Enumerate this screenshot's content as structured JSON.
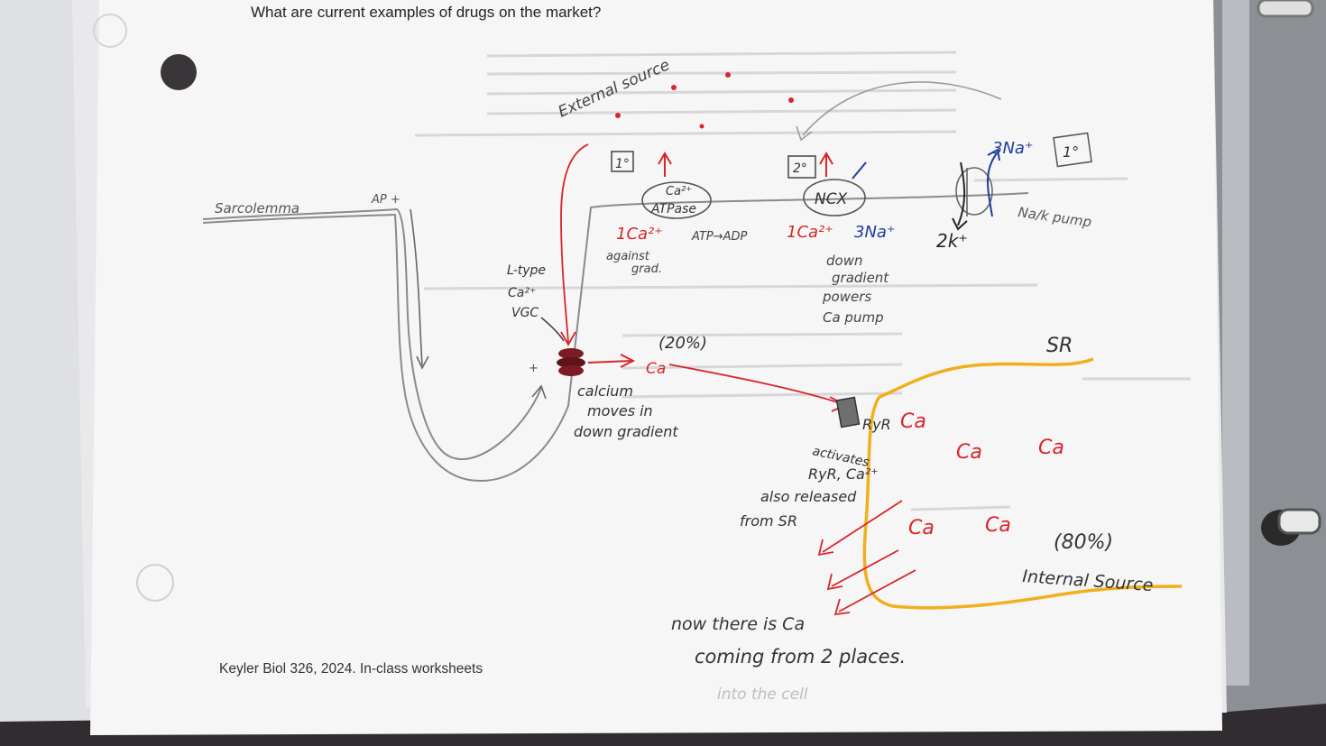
{
  "printed": {
    "header": "What are current examples of drugs on the market?",
    "footer": "Keyler Biol 326, 2024. In-class worksheets"
  },
  "labels": {
    "sarcolemma": "Sarcolemma",
    "ap": "AP +",
    "plus_mark": "+",
    "external_source": "External source",
    "primary_1": "1°",
    "secondary": "2°",
    "primary_2": "1°",
    "atpase_line1": "Ca²⁺",
    "atpase_line2": "ATPase",
    "atpase_ca": "1Ca²⁺",
    "against_line1": "against",
    "against_line2": "grad.",
    "atp_adp": "ATP→ADP",
    "ncx": "NCX",
    "ncx_ca": "1Ca²⁺",
    "ncx_na": "3Na⁺",
    "pump_na": "3Na⁺",
    "pump_k": "2k⁺",
    "nak_pump": "Na/k pump",
    "down_line1": "down",
    "down_line2": "gradient",
    "down_line3": "powers",
    "down_line4": "Ca pump",
    "ltype_line1": "L-type",
    "ltype_line2": "Ca²⁺",
    "ltype_line3": "VGC",
    "pct20": "(20%)",
    "ca_small": "Ca",
    "moves_line1": "calcium",
    "moves_line2": "moves in",
    "moves_line3": "down gradient",
    "sr": "SR",
    "ryr": "RyR",
    "ca_1": "Ca",
    "ca_2": "Ca",
    "ca_3": "Ca",
    "ca_4": "Ca",
    "ca_5": "Ca",
    "activates_line1": "activates",
    "activates_line2": "RyR, Ca²⁺",
    "activates_line3": "also released",
    "activates_line4": "from SR",
    "pct80": "(80%)",
    "internal_source": "Internal Source",
    "bottom_line1": "now there is Ca",
    "bottom_line2": "coming from 2 places.",
    "faint": "into the cell"
  },
  "colors": {
    "ink_red": "#d8262a",
    "ink_blue": "#1e3c9c",
    "ink_black": "#262626",
    "pencil": "#8a8a8a",
    "sr_yellow": "#f0b01c",
    "paper": "#f6f6f6"
  }
}
